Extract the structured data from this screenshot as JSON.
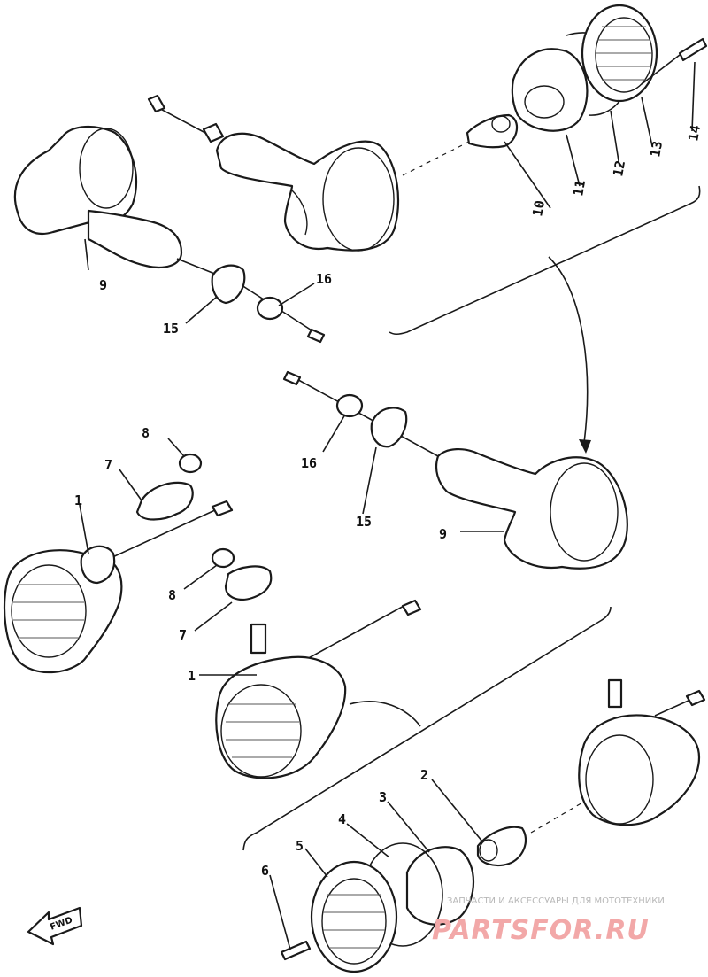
{
  "labels": {
    "l1a": "1",
    "l1b": "1",
    "l2": "2",
    "l3": "3",
    "l4": "4",
    "l5": "5",
    "l6": "6",
    "l7a": "7",
    "l7b": "7",
    "l8a": "8",
    "l8b": "8",
    "l9a": "9",
    "l9b": "9",
    "l10": "10",
    "l11": "11",
    "l12": "12",
    "l13": "13",
    "l14": "14",
    "l15a": "15",
    "l15b": "15",
    "l16a": "16",
    "l16b": "16"
  },
  "fwd_label": "FWD",
  "watermark": {
    "caption": "ЗАПЧАСТИ И АКСЕССУАРЫ ДЛЯ МОТОТЕХНИКИ",
    "brand": "PARTSFOR.RU"
  }
}
